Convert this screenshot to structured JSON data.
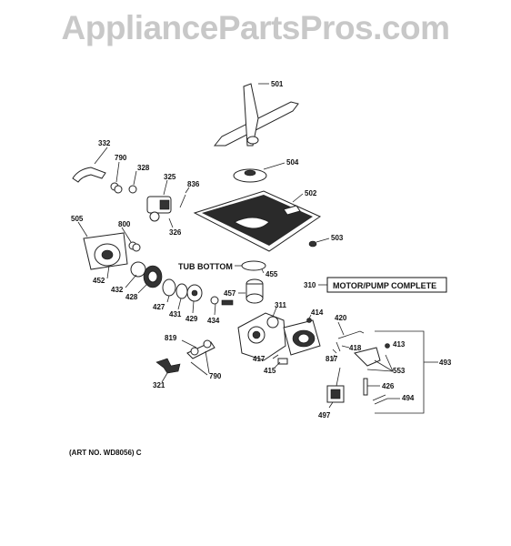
{
  "watermark": "AppliancePartsPros.com",
  "annotations": {
    "tub_bottom": "TUB BOTTOM",
    "motor_pump_ref": "310",
    "motor_pump_box": "MOTOR/PUMP COMPLETE",
    "art_no": "(ART NO. WD8056) C"
  },
  "callouts": {
    "c501": "501",
    "c504": "504",
    "c502": "502",
    "c503": "503",
    "c332": "332",
    "c790a": "790",
    "c328": "328",
    "c325": "325",
    "c836": "836",
    "c326": "326",
    "c505": "505",
    "c800": "800",
    "c452": "452",
    "c432": "432",
    "c428": "428",
    "c427": "427",
    "c431": "431",
    "c429": "429",
    "c434": "434",
    "c455": "455",
    "c457": "457",
    "c311": "311",
    "c414": "414",
    "c420": "420",
    "c819": "819",
    "c790b": "790",
    "c321": "321",
    "c417": "417",
    "c415": "415",
    "c418": "418",
    "c817": "817",
    "c413": "413",
    "c553": "553",
    "c493": "493",
    "c426": "426",
    "c494": "494",
    "c497": "497"
  }
}
